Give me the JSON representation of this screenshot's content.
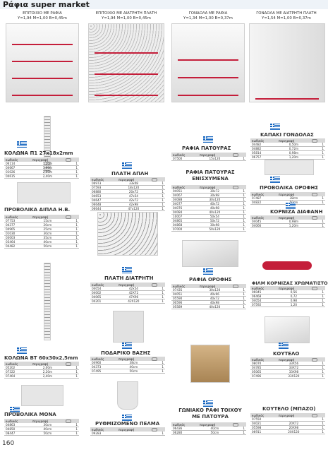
{
  "page": {
    "section_title": "Ράφια super market",
    "page_number": "160"
  },
  "headers": [
    {
      "line1": "ΕΠΙΤΟΙΧΙΟ ΜΕ ΡΑΦΙΑ",
      "line2": "Υ=1,94 Μ=1,00 Β=0,45m"
    },
    {
      "line1": "ΕΠΙΤΟΙΧΙΟ ΜΕ ΔΙΑΤΡΗΤΗ ΠΛΑΤΗ",
      "line2": "Υ=1,94 Μ=1,00 Β=0,45m"
    },
    {
      "line1": "ΓΟΝΔΟΛΑ ΜΕ ΡΑΦΙΑ",
      "line2": "Υ=1,34 Μ=1,00 Β=0,37m"
    },
    {
      "line1": "ΓΟΝΔΟΛΑ ΜΕ ΔΙΑΤΡΗΤΗ ΠΛΑΤΗ",
      "line2": "Υ=1,54 Μ=1,00 Β=0,37m"
    }
  ],
  "table_headers": {
    "code": "κωδικός",
    "desc": "περιγραφή"
  },
  "products": [
    {
      "key": "kolona_p1",
      "title": "ΚΟΛΩΝΑ Π1 27x18x2mm",
      "rows": [
        [
          "06114",
          "1,20m",
          "1"
        ],
        [
          "04667",
          "1,60m",
          "1"
        ],
        [
          "01026",
          "2,00m",
          "1"
        ],
        [
          "04615",
          "2,40m",
          "1"
        ]
      ]
    },
    {
      "key": "provolika_dipla",
      "title": "ΠΡΟΒΟΛΙΚΑ ΔΙΠΛΑ Η.Β.",
      "rows": [
        [
          "07753",
          "15cm",
          "1"
        ],
        [
          "04377",
          "20cm",
          "1"
        ],
        [
          "04965",
          "25cm",
          "1"
        ],
        [
          "01030",
          "30cm",
          "1"
        ],
        [
          "03003",
          "35cm",
          "1"
        ],
        [
          "03464",
          "40cm",
          "1"
        ],
        [
          "04482",
          "50cm",
          "1"
        ]
      ]
    },
    {
      "key": "kolona_bt",
      "title": "ΚΟΛΩΝΑ ΒΤ 60x30x2,5mm",
      "rows": [
        [
          "05202",
          "2,00m",
          "1"
        ],
        [
          "07322",
          "2,20m",
          "1"
        ],
        [
          "07464",
          "2,40m",
          "1"
        ]
      ]
    },
    {
      "key": "provolika_mona",
      "title": "ΠΡΟΒΟΛΙΚΑ ΜΟΝΑ",
      "rows": [
        [
          "04863",
          "30cm",
          "1"
        ],
        [
          "04850",
          "40cm",
          "1"
        ],
        [
          "08447",
          "50cm",
          "1"
        ]
      ]
    },
    {
      "key": "plati_apli",
      "title": "ΠΛΑΤΗ ΑΠΛΗ",
      "rows": [
        [
          "06973",
          "33x08",
          "1"
        ],
        [
          "07593",
          "18x120",
          "1"
        ],
        [
          "06880",
          "20x72",
          "1"
        ],
        [
          "04653",
          "47x54",
          "1"
        ],
        [
          "04647",
          "42x72",
          "1"
        ],
        [
          "06648",
          "42x98",
          "1"
        ],
        [
          "06644",
          "47x120",
          "1"
        ]
      ]
    },
    {
      "key": "plati_diatriti",
      "title": "ΠΛΑΤΗ ΔΙΑΤΡΗΤΗ",
      "rows": [
        [
          "04054",
          "42x54",
          "1"
        ],
        [
          "04002",
          "42X72",
          "1"
        ],
        [
          "04065",
          "47X96",
          "1"
        ],
        [
          "04201",
          "42X120",
          "1"
        ]
      ]
    },
    {
      "key": "podariko",
      "title": "ΠΟΔΑΡΙΚΟ ΒΑΣΗΣ",
      "rows": [
        [
          "04960",
          "38cm",
          "1"
        ],
        [
          "04373",
          "40cm",
          "1"
        ],
        [
          "07495",
          "50cm",
          "1"
        ]
      ]
    },
    {
      "key": "rythmizomeno",
      "title": "ΡΥΘΜΙΖΟΜΕΝΟ ΠΕΛΜΑ",
      "rows": [
        [
          "09283",
          "",
          "1"
        ]
      ]
    },
    {
      "key": "rafia_patouras",
      "title": "ΡΑΦΙΑ ΠΑΤΟΥΡΑΣ",
      "rows": [
        [
          "07500",
          "15x120",
          "1"
        ]
      ]
    },
    {
      "key": "rafia_enisxymena",
      "title": "ΡΑΦΙΑ ΠΑΤΟΥΡΑΣ ΕΝΙΣΧΥΜΕΝΑ",
      "rows": [
        [
          "04051",
          "30x72",
          "1"
        ],
        [
          "04067",
          "30x98",
          "1"
        ],
        [
          "04088",
          "30x120",
          "1"
        ],
        [
          "04077",
          "40x72",
          "1"
        ],
        [
          "04076",
          "40x98",
          "1"
        ],
        [
          "04084",
          "40x120",
          "1"
        ],
        [
          "10007",
          "50x54",
          "1"
        ],
        [
          "04865",
          "50x72",
          "1"
        ],
        [
          "04868",
          "30x98",
          "1"
        ],
        [
          "07000",
          "50x120",
          "1"
        ]
      ]
    },
    {
      "key": "rafia_orofis",
      "title": "ΡΑΦΙΑ ΟΡΟΦΗΣ",
      "rows": [
        [
          "07435",
          "30x120",
          "1"
        ],
        [
          "04051",
          "40x96",
          "1"
        ],
        [
          "05590",
          "40x72",
          "1"
        ],
        [
          "00596",
          "40x98",
          "1"
        ],
        [
          "05589",
          "40x120",
          "1"
        ]
      ]
    },
    {
      "key": "goniako",
      "title": "ΓΩΝΙΑΚΟ ΡΑΦΙ ΤΟΙΧΟΥ ΜΕ ΠΑΤΟΥΡΑ",
      "rows": [
        [
          "06436",
          "40cm",
          "1"
        ],
        [
          "06280",
          "50cm",
          "1"
        ]
      ]
    },
    {
      "key": "kapaki",
      "title": "ΚΑΠΑΚΙ ΓΟΝΔΟΛΑΣ",
      "rows": [
        [
          "04482",
          "0,50m",
          "1"
        ],
        [
          "04882",
          "0,72m",
          "1"
        ],
        [
          "05814",
          "0,98m",
          "1"
        ],
        [
          "06757",
          "1,20m",
          "1"
        ]
      ]
    },
    {
      "key": "provolika_orofis",
      "title": "ΠΡΟΒΟΛΙΚΑ ΟΡΟΦΗΣ",
      "rows": [
        [
          "07487",
          "38cm",
          "1"
        ],
        [
          "04822",
          "50cm",
          "1"
        ]
      ]
    },
    {
      "key": "korniza",
      "title": "ΚΟΡΝΙΖΑ ΔΙΑΦΑΝΗ",
      "rows": [
        [
          "04045",
          "0,98m",
          "1"
        ],
        [
          "04066",
          "1,20m",
          "1"
        ]
      ]
    },
    {
      "key": "film",
      "title": "ΦΙΛΜ ΚΟΡΝΙΖΑΣ ΧΡΩΜΑΤΙΣΤΟ",
      "rows": [
        [
          "06045",
          "0,56",
          "1"
        ],
        [
          "06468",
          "0,72",
          "1"
        ],
        [
          "04054",
          "0,98",
          "1"
        ],
        [
          "07592",
          "1,20",
          "1"
        ]
      ]
    },
    {
      "key": "koutelo",
      "title": "ΚΟΥΤΕΛΟ",
      "rows": [
        [
          "08070",
          "33X56",
          "1"
        ],
        [
          "04785",
          "33X72",
          "1"
        ],
        [
          "05065",
          "33X98",
          "1"
        ],
        [
          "07496",
          "33X120",
          "1"
        ]
      ]
    },
    {
      "key": "koutelo_bazo",
      "title": "ΚΟΥΤΕΛΟ (ΜΠΑΖΟ)",
      "rows": [
        [
          "07550",
          "",
          "1"
        ],
        [
          "04021",
          "20X72",
          "1"
        ],
        [
          "05598",
          "20X98",
          "1"
        ],
        [
          "06911",
          "20X120",
          "1"
        ]
      ]
    }
  ]
}
